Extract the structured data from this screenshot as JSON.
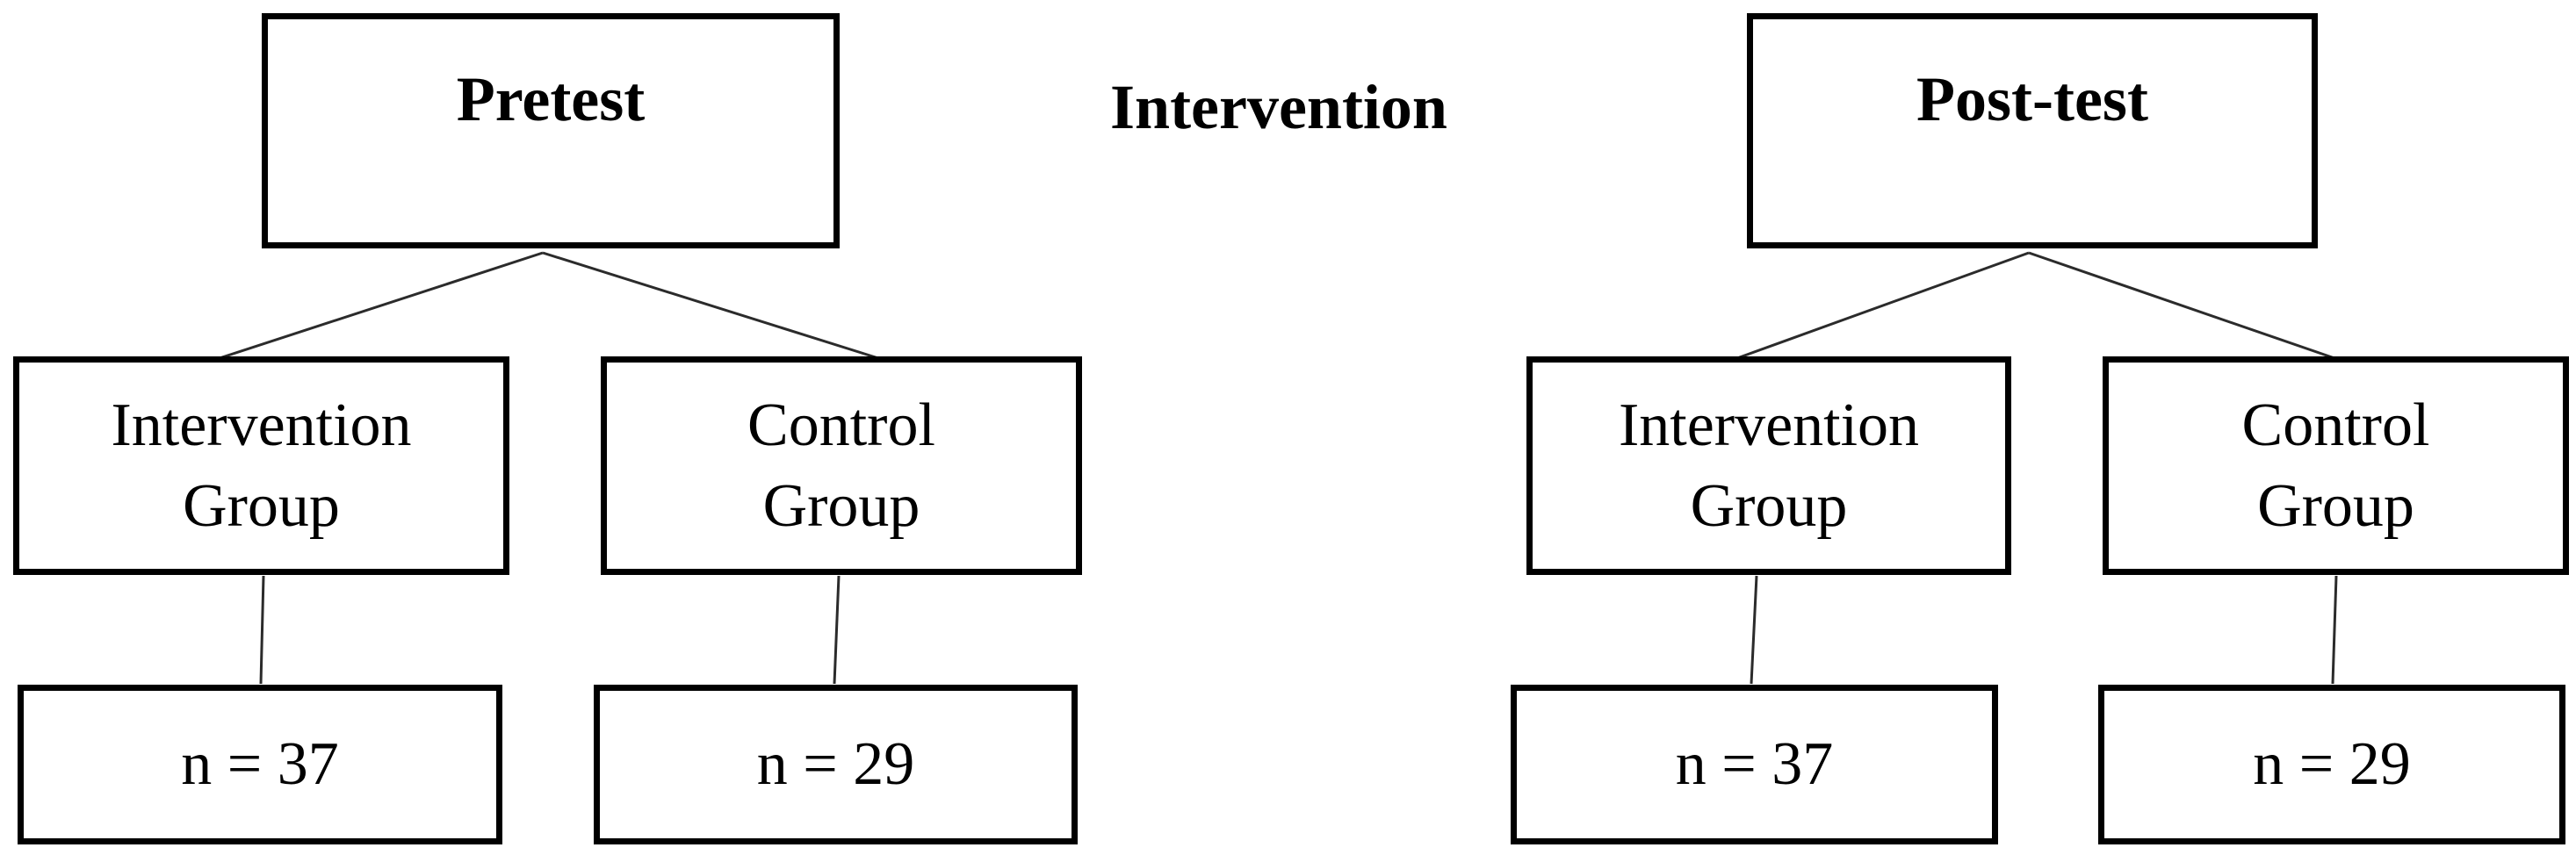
{
  "diagram": {
    "type": "study-design-flowchart",
    "center_label": "Intervention",
    "colors": {
      "background": "#ffffff",
      "box_border": "#000000",
      "connector_line": "#2b2b2b",
      "text": "#000000"
    },
    "panels": [
      {
        "stage": "Pretest",
        "groups": [
          {
            "name_lines": [
              "Intervention",
              "Group"
            ],
            "n_label": "n = 37"
          },
          {
            "name_lines": [
              "Control",
              "Group"
            ],
            "n_label": "n = 29"
          }
        ]
      },
      {
        "stage": "Post-test",
        "groups": [
          {
            "name_lines": [
              "Intervention",
              "Group"
            ],
            "n_label": "n = 37"
          },
          {
            "name_lines": [
              "Control",
              "Group"
            ],
            "n_label": "n = 29"
          }
        ]
      }
    ]
  }
}
